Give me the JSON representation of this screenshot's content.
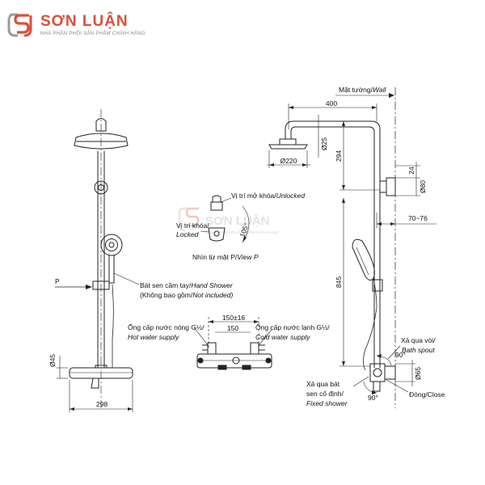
{
  "brand": {
    "name": "SƠN LUẬN",
    "tagline": "NHÀ PHÂN PHỐI SẢN PHẨM CHÍNH HÃNG",
    "color": "#d9503a"
  },
  "watermark": {
    "name": "SƠN LUẬN",
    "tagline": "NHÀ PHÂN PHỐI SẢN PHẨM CHÍNH HÃNG"
  },
  "front_view": {
    "p_label": "P",
    "dim_width": "298",
    "dim_diameter": "Ø45",
    "hand_shower_label_vi": "Bát sen cầm tay/",
    "hand_shower_label_en": "Hand Shower",
    "not_included_vi": "(Không bao gồm/",
    "not_included_en": "Not included)"
  },
  "detail_view": {
    "unlocked_vi": "Vị trí mở khóa/",
    "unlocked_en": "Unlocked",
    "locked_vi": "Vị trí khóa/",
    "locked_en": "Locked",
    "angle": "105°",
    "view_vi": "Nhìn từ mặt P/",
    "view_en": "View P"
  },
  "bottom_view": {
    "dim_spacing_tol": "150±16",
    "dim_spacing": "150",
    "hot_vi": "Ống cấp nước nóng G½/",
    "hot_en": "Hot water supply",
    "cold_vi": "Ống cấp nước lạnh G½/",
    "cold_en": "Cold water supply"
  },
  "side_view": {
    "wall_vi": "Mặt tường/",
    "wall_en": "Wall",
    "dim_reach": "400",
    "dim_head_diameter": "Ø220",
    "dim_pipe_diameter": "Ø25",
    "dim_294": "294",
    "dim_24": "24",
    "dim_80": "Ø80",
    "dim_offset": "70~76",
    "dim_845": "845",
    "spout_vi": "Xả qua vòi/",
    "spout_en": "Bath spout",
    "angle_90_top": "90°",
    "dim_65": "Ø65",
    "close": "Đóng/Close",
    "angle_90_bottom": "90°",
    "fixed_vi_1": "Xả qua bát",
    "fixed_vi_2": "sen cố định/",
    "fixed_en": "Fixed shower"
  }
}
